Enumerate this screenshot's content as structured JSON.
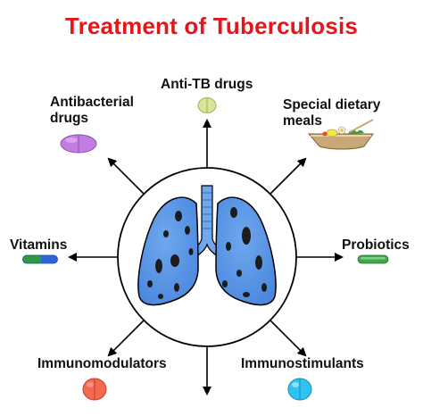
{
  "title": "Treatment of Tuberculosis",
  "center_image": "lungs-with-lesions-icon",
  "treatments": [
    {
      "id": "anti-tb",
      "label": "Anti-TB drugs",
      "icon": "pill-icon",
      "color": "#d9e69a"
    },
    {
      "id": "dietary",
      "label_lines": [
        "Special dietary",
        "meals"
      ],
      "icon": "food-bowl-icon",
      "color": "#c9a877"
    },
    {
      "id": "probiotics",
      "label": "Probiotics",
      "icon": "capsule-icon",
      "color": "#3ea84a"
    },
    {
      "id": "immunostimulants",
      "label": "Immunostimulants",
      "icon": "pill-icon",
      "color": "#2fc4f0"
    },
    {
      "id": "immunomodulators",
      "label": "Immunomodulators",
      "icon": "pill-icon",
      "color": "#f26a4f"
    },
    {
      "id": "vitamins",
      "label": "Vitamins",
      "icon": "capsule-icon",
      "color": "#2a9b3e"
    },
    {
      "id": "antibacterial",
      "label_lines": [
        "Antibacterial",
        "drugs"
      ],
      "icon": "pill-icon",
      "color": "#c07ee0"
    }
  ]
}
